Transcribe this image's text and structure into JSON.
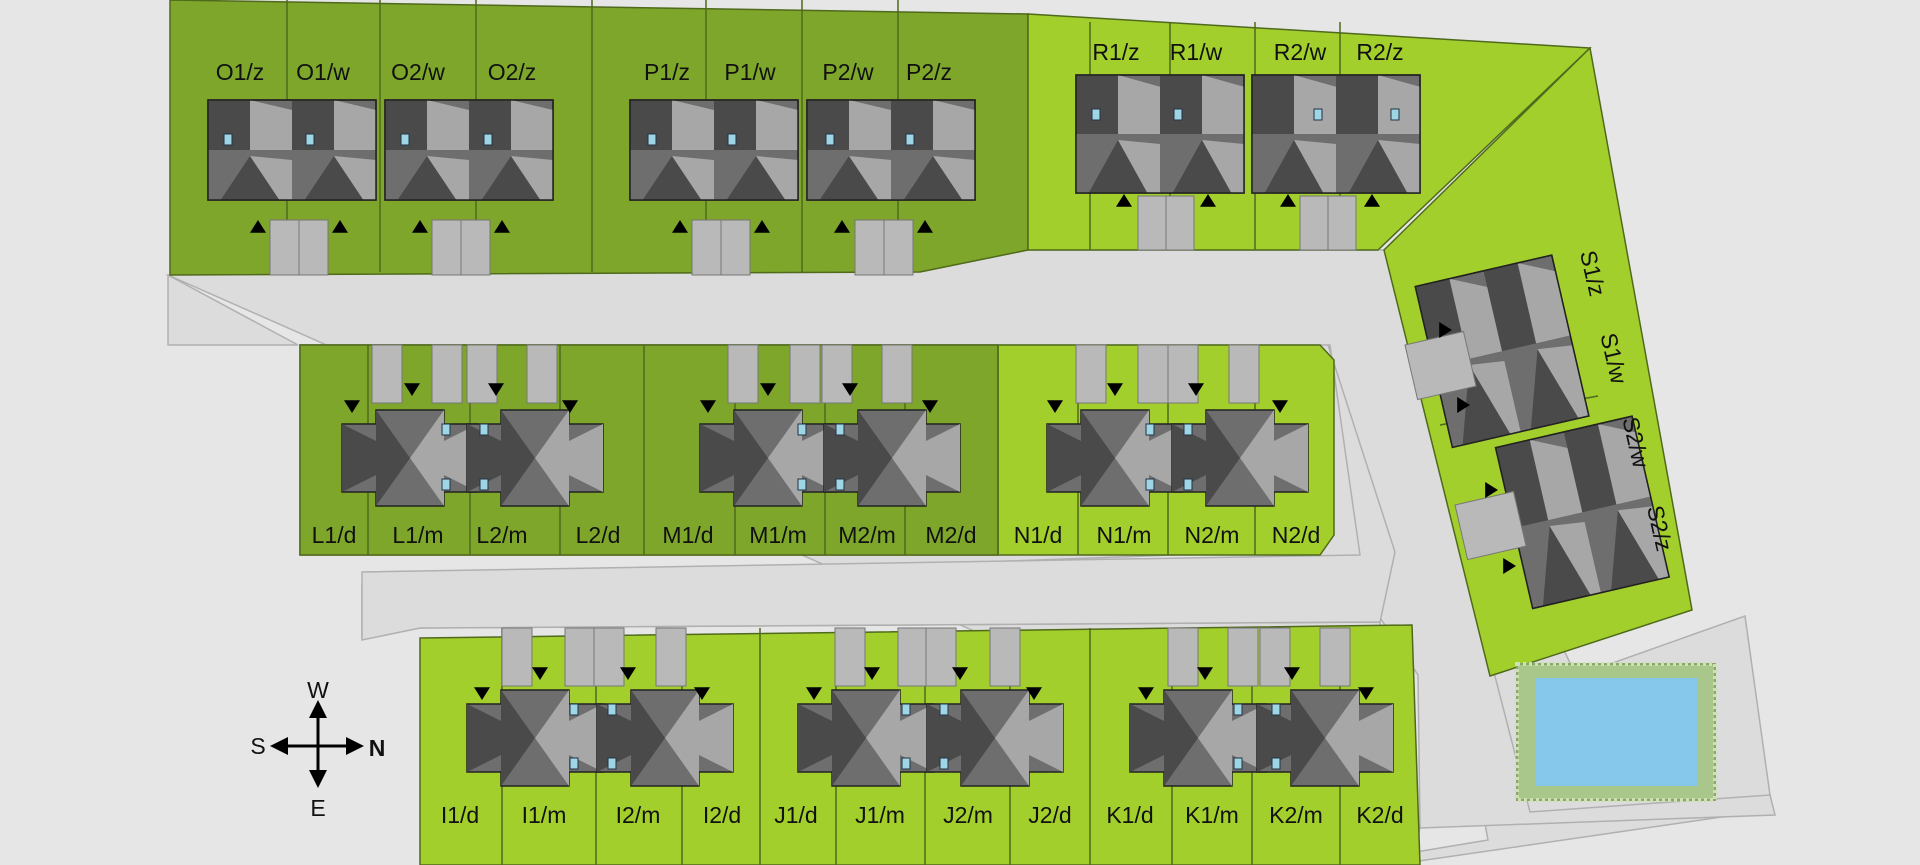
{
  "colors": {
    "background": "#e6e6e6",
    "road": "#dcdcdc",
    "plot_dark": "#7da62a",
    "plot_light": "#a3cf2c",
    "plot_border": "#4f6a1c",
    "roof_dark": "#4a4a4a",
    "roof_mid": "#6e6e6e",
    "roof_light": "#a7a7a7",
    "driveway": "#b9b9b9",
    "window": "#9ed6e5",
    "pool_water": "#86c8ec",
    "pool_deck": "#a9c78a",
    "compass_north": "#d0141c"
  },
  "compass": {
    "west": "W",
    "south": "S",
    "north": "N",
    "east": "E"
  },
  "plots": {
    "O": [
      "O1/z",
      "O1/w",
      "O2/w",
      "O2/z"
    ],
    "P": [
      "P1/z",
      "P1/w",
      "P2/w",
      "P2/z"
    ],
    "R": [
      "R1/z",
      "R1/w",
      "R2/w",
      "R2/z"
    ],
    "L": [
      "L1/d",
      "L1/m",
      "L2/m",
      "L2/d"
    ],
    "M": [
      "M1/d",
      "M1/m",
      "M2/m",
      "M2/d"
    ],
    "N": [
      "N1/d",
      "N1/m",
      "N2/m",
      "N2/d"
    ],
    "I": [
      "I1/d",
      "I1/m",
      "I2/m",
      "I2/d"
    ],
    "J": [
      "J1/d",
      "J1/m",
      "J2/m",
      "J2/d"
    ],
    "K": [
      "K1/d",
      "K1/m",
      "K2/m",
      "K2/d"
    ],
    "S": [
      "S1/z",
      "S1/w",
      "S2/w",
      "S2/z"
    ]
  }
}
